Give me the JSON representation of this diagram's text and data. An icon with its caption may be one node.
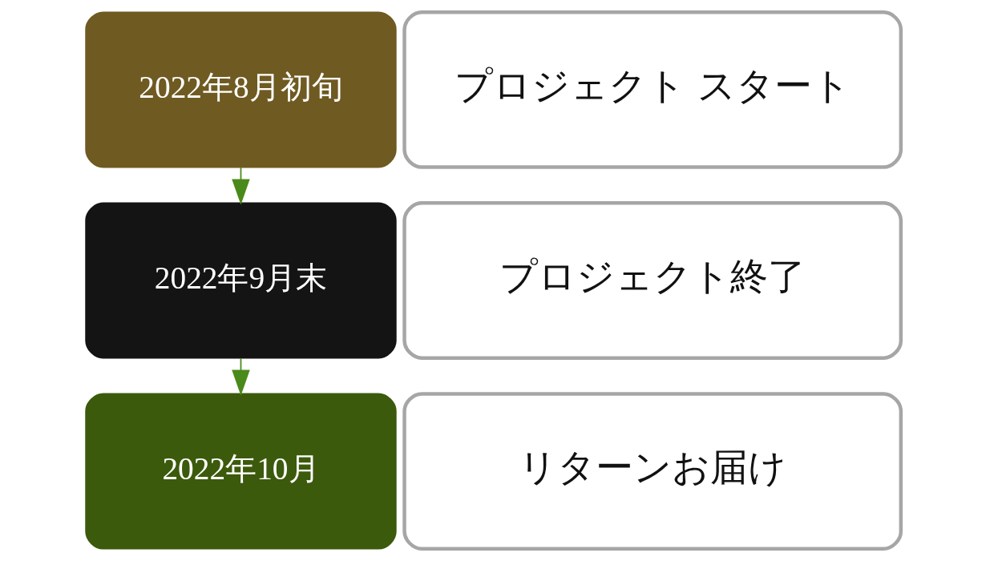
{
  "diagram": {
    "nodes": [
      {
        "text": [
          "2022年8月初旬"
        ]
      },
      {
        "text": [
          "プロジェクト スタート"
        ]
      },
      {
        "text": [
          "2022年9月末"
        ]
      },
      {
        "text": [
          "プロジェクト終了"
        ]
      },
      {
        "text": [
          "2022年10月"
        ]
      },
      {
        "text": [
          "リターンお届け"
        ]
      }
    ],
    "edges": [
      {
        "from": 0,
        "to": 2,
        "arrow": "to"
      },
      {
        "from": 2,
        "to": 4,
        "arrow": "to"
      }
    ]
  }
}
